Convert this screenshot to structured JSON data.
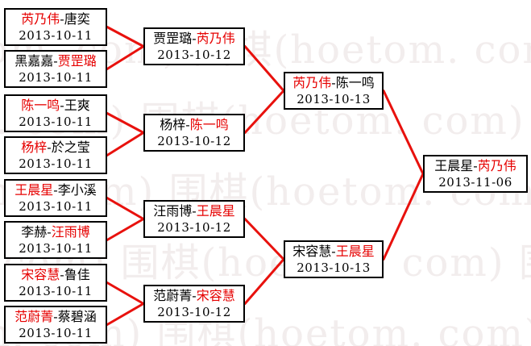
{
  "watermark": {
    "text": "围棋(hoetom. com)",
    "row_text": "围棋(hoetom. com)  围棋(hoetom. com)  围棋(hoetom. com)",
    "color": "#f2eded"
  },
  "colors": {
    "line": "#e8110d",
    "winner": "#e60000",
    "text": "#000000",
    "border": "#000000",
    "bg": "#ffffff"
  },
  "separator": "-",
  "matches": {
    "r1": [
      {
        "left": "芮乃伟",
        "right": "唐奕",
        "winner": "left",
        "date": "2013-10-11"
      },
      {
        "left": "黑嘉嘉",
        "right": "贾罡璐",
        "winner": "right",
        "date": "2013-10-11"
      },
      {
        "left": "陈一鸣",
        "right": "王爽",
        "winner": "left",
        "date": "2013-10-11"
      },
      {
        "left": "杨梓",
        "right": "於之莹",
        "winner": "left",
        "date": "2013-10-11"
      },
      {
        "left": "王晨星",
        "right": "李小溪",
        "winner": "left",
        "date": "2013-10-11"
      },
      {
        "left": "李赫",
        "right": "汪雨博",
        "winner": "right",
        "date": "2013-10-11"
      },
      {
        "left": "宋容慧",
        "right": "鲁佳",
        "winner": "left",
        "date": "2013-10-11"
      },
      {
        "left": "范蔚菁",
        "right": "蔡碧涵",
        "winner": "left",
        "date": "2013-10-11"
      }
    ],
    "r2": [
      {
        "left": "贾罡璐",
        "right": "芮乃伟",
        "winner": "right",
        "date": "2013-10-12"
      },
      {
        "left": "杨梓",
        "right": "陈一鸣",
        "winner": "right",
        "date": "2013-10-12"
      },
      {
        "left": "汪雨博",
        "right": "王晨星",
        "winner": "right",
        "date": "2013-10-12"
      },
      {
        "left": "范蔚菁",
        "right": "宋容慧",
        "winner": "right",
        "date": "2013-10-12"
      }
    ],
    "sf": [
      {
        "left": "芮乃伟",
        "right": "陈一鸣",
        "winner": "left",
        "date": "2013-10-13"
      },
      {
        "left": "宋容慧",
        "right": "王晨星",
        "winner": "right",
        "date": "2013-10-13"
      }
    ],
    "f": [
      {
        "left": "王晨星",
        "right": "芮乃伟",
        "winner": "right",
        "date": "2013-11-06"
      }
    ]
  }
}
